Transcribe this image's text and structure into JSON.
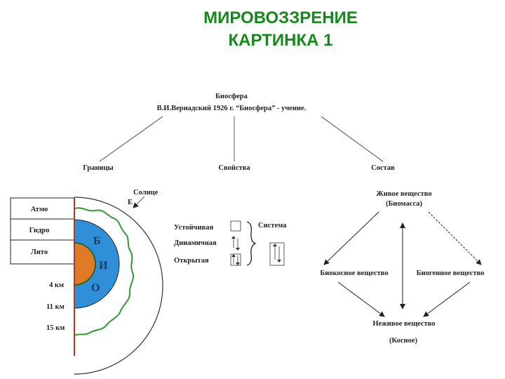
{
  "header": {
    "title_line1": "МИРОВОЗЗРЕНИЕ",
    "title_line2": "КАРТИНКА 1"
  },
  "diagram": {
    "root_title": "Биосфера",
    "root_subtitle": "В.И.Вернадский 1926 г. “Биосфера” - учение.",
    "branches": {
      "borders": "Границы",
      "properties": "Свойства",
      "composition": "Состав"
    },
    "sun": "Солнце",
    "energy": "Е",
    "layers": [
      "Атмо",
      "Гидро",
      "Лито"
    ],
    "letters": [
      "Б",
      "И",
      "О"
    ],
    "depths": [
      "4 км",
      "11 км",
      "15 км"
    ],
    "properties_list": [
      "Устойчивая",
      "Динамичная",
      "Открытая"
    ],
    "system": "Система",
    "living_line1": "Живое вещество",
    "living_line2": "(Биомасса)",
    "bioinert": "Биокосное вещество",
    "biogenic": "Биогенное вещество",
    "nonliving": "Неживое вещество",
    "inert": "(Косное)"
  },
  "colors": {
    "title": "#158a1a",
    "sphere_blue": "#2f8fd8",
    "core_orange": "#e07a26",
    "wave_green": "#2f9a2f",
    "axis_red": "#a33a2a"
  }
}
